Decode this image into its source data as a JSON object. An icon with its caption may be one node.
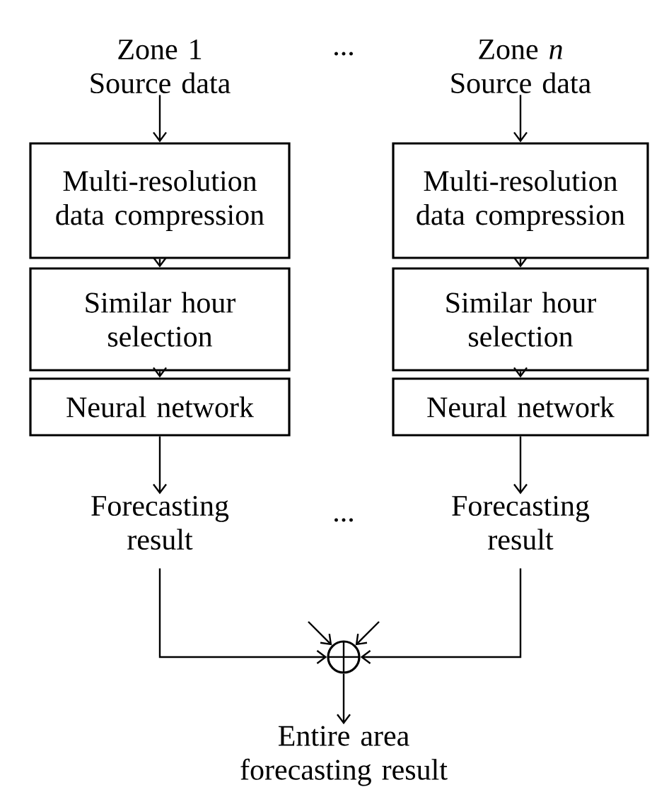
{
  "diagram": {
    "nodes": [
      {
        "text": [
          "Zone 1 Source data"
        ]
      },
      {
        "text": [
          "Multi-resolution data compression"
        ]
      },
      {
        "text": [
          "Similar hour selection"
        ]
      },
      {
        "text": [
          "Neural network"
        ]
      },
      {
        "text": [
          "Forecasting result"
        ]
      },
      {
        "text": [
          "Zone *n* Source data"
        ]
      },
      {
        "text": [
          "Multi-resolution data compression"
        ]
      },
      {
        "text": [
          "Similar hour selection"
        ]
      },
      {
        "text": [
          "Neural network"
        ]
      },
      {
        "text": [
          "Forecasting result"
        ]
      },
      {
        "text": [],
        "shape": "circle"
      },
      {
        "text": [
          "Entire area forecasting result"
        ]
      }
    ],
    "edges": [
      {
        "from": 0,
        "to": 1,
        "arrow": "to"
      },
      {
        "from": 1,
        "to": 2,
        "arrow": "to"
      },
      {
        "from": 2,
        "to": 3,
        "arrow": "to"
      },
      {
        "from": 3,
        "to": 4,
        "arrow": "to"
      },
      {
        "from": 5,
        "to": 6,
        "arrow": "to"
      },
      {
        "from": 6,
        "to": 7,
        "arrow": "to"
      },
      {
        "from": 7,
        "to": 8,
        "arrow": "to"
      },
      {
        "from": 8,
        "to": 9,
        "arrow": "to"
      },
      {
        "from": 4,
        "to": 10,
        "arrow": "to"
      },
      {
        "from": 9,
        "to": 10,
        "arrow": "to"
      },
      {
        "from": null,
        "to": 10,
        "arrow": "to"
      },
      {
        "from": null,
        "to": 10,
        "arrow": "to"
      },
      {
        "from": 10,
        "to": 11,
        "arrow": "to"
      }
    ],
    "labels": [
      "...",
      "..."
    ]
  }
}
